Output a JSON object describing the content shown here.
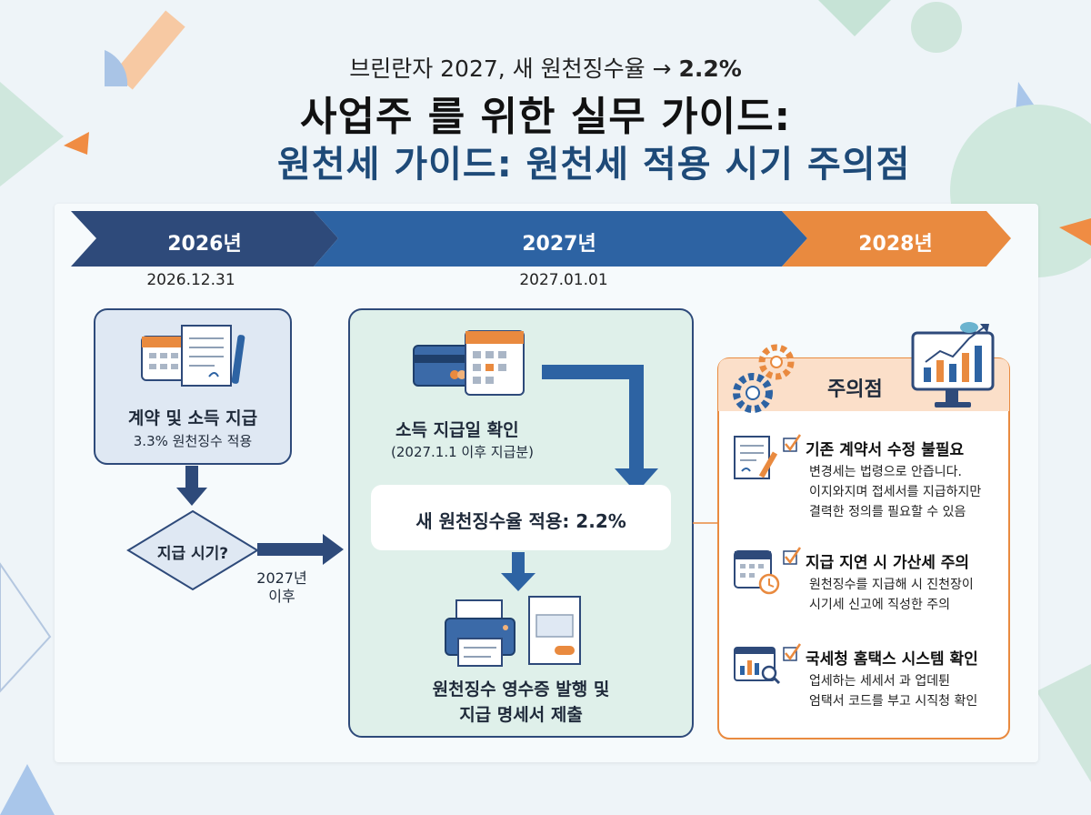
{
  "header": {
    "subtitle_text": "브린란자 2027, 새 원천징수율 → ",
    "subtitle_rate": "2.2%",
    "title_line1": "사업주 를 위한 실무 가이드:",
    "title_line2": "원천세 가이드: 원천세 적용 시기 주의점"
  },
  "timeline": {
    "year1": "2026년",
    "year2": "2027년",
    "year3": "2028년",
    "date1": "2026.12.31",
    "date2": "2027.01.01"
  },
  "left": {
    "box_title": "계약 및 소득 지급",
    "box_sub": "3.3% 원천징수 적용",
    "decision": "지급 시기?",
    "after_label_1": "2027년",
    "after_label_2": "이후"
  },
  "middle": {
    "step1_title": "소득 지급일 확인",
    "step1_sub": "(2027.1.1 이후 지급분)",
    "step2": "새 원천징수율 적용: 2.2%",
    "step3_line1": "원천징수 영수증 발행 및",
    "step3_line2": "지급 명세서 제출"
  },
  "right": {
    "header": "주의점",
    "items": [
      {
        "title": "기존 계약서 수정 불필요",
        "lines": [
          "변경세는 법령으로 안즙니다.",
          "이지와지며 접세서를 지급하지만",
          "결력한 정의를 필요할 수 있음"
        ]
      },
      {
        "title": "지급 지연 시 가산세 주의",
        "lines": [
          "원천징수를 지급해 시 진천장이",
          "시기세 신고에 직성한 주의"
        ]
      },
      {
        "title": "국세청 홈택스 시스템 확인",
        "lines": [
          "업세하는 세세서 과 업데튄",
          "엄택서 코드를 부고 시직청 확인"
        ]
      }
    ]
  },
  "colors": {
    "navy": "#2e4a7a",
    "blue": "#2d63a3",
    "orange": "#e98a3f",
    "mint": "#dff0ea",
    "lightblue": "#dfe8f3"
  }
}
